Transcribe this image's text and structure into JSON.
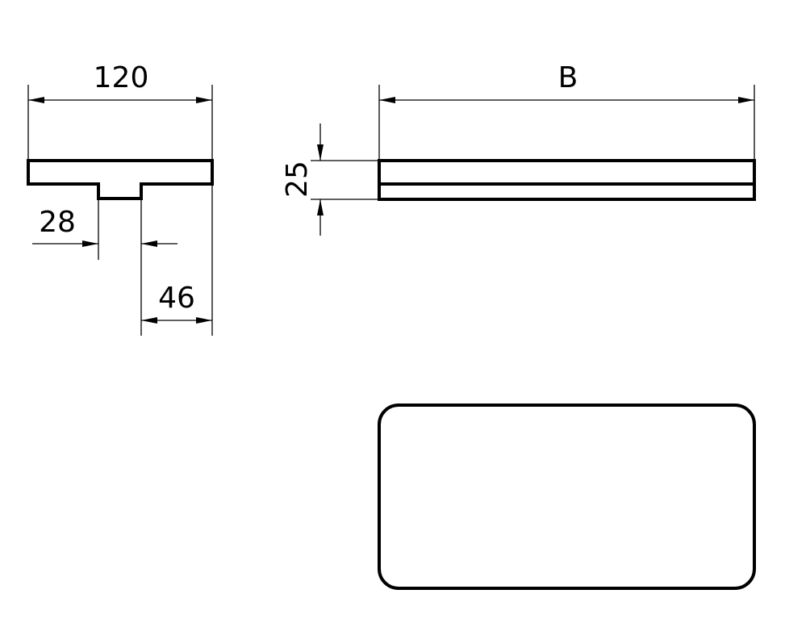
{
  "dimensions": {
    "width_left": "120",
    "stem_width": "28",
    "stem_offset": "46",
    "length": "B",
    "height": "25"
  }
}
